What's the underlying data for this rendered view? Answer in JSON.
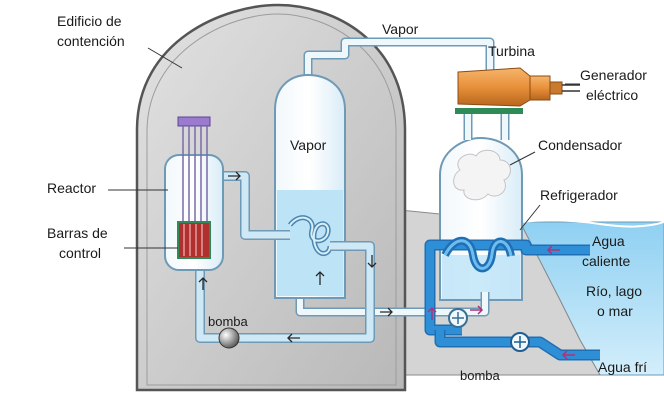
{
  "labels": {
    "containment_building": [
      "Edificio de",
      "contención"
    ],
    "vapor_pipe": "Vapor",
    "turbine": "Turbina",
    "generator": [
      "Generador",
      "eléctrico"
    ],
    "steam_generator": "Vapor",
    "condenser": "Condensador",
    "reactor": "Reactor",
    "refrigerator": "Refrigerador",
    "control_rods": [
      "Barras de",
      "control"
    ],
    "hot_water": [
      "Agua",
      "caliente"
    ],
    "water_body": [
      "Río, lago",
      "o mar"
    ],
    "primary_pump": "bomba",
    "secondary_pump": "bomba",
    "cold_water": "Agua frí"
  },
  "colors": {
    "building": "#c9c9c9",
    "building_outline": "#555555",
    "pipe": "#cfe8f5",
    "pipe_outline": "#6e9ab5",
    "water": "#2f8fd6",
    "water_light": "#bde3f7",
    "turbine": "#e8903a",
    "platform": "#2e8b57",
    "rods": "#b03030",
    "rod_frame": "#9a7bd0"
  }
}
